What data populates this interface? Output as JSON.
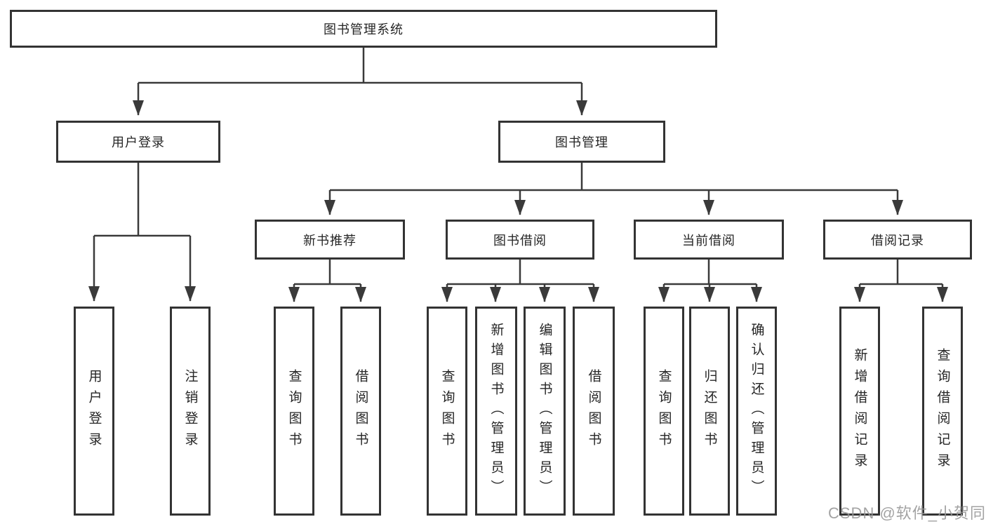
{
  "tree": {
    "label": "图书管理系统",
    "children": [
      {
        "label": "用户登录",
        "children": [
          {
            "label": "用户登录"
          },
          {
            "label": "注销登录"
          }
        ]
      },
      {
        "label": "图书管理",
        "children": [
          {
            "label": "新书推荐",
            "children": [
              {
                "label": "查询图书"
              },
              {
                "label": "借阅图书"
              }
            ]
          },
          {
            "label": "图书借阅",
            "children": [
              {
                "label": "查询图书"
              },
              {
                "label": "新增图书（管理员）"
              },
              {
                "label": "编辑图书（管理员）"
              },
              {
                "label": "借阅图书"
              }
            ]
          },
          {
            "label": "当前借阅",
            "children": [
              {
                "label": "查询图书"
              },
              {
                "label": "归还图书"
              },
              {
                "label": "确认归还（管理员）"
              }
            ]
          },
          {
            "label": "借阅记录",
            "children": [
              {
                "label": "新增借阅记录"
              },
              {
                "label": "查询借阅记录"
              }
            ]
          }
        ]
      }
    ]
  },
  "watermark": "CSDN @软件_小贺同学",
  "colors": {
    "line": "#3a3a3a",
    "box_border": "#333333",
    "box_background": "#ffffff",
    "text": "#262626",
    "watermark": "#969696",
    "page_background": "#ffffff"
  }
}
